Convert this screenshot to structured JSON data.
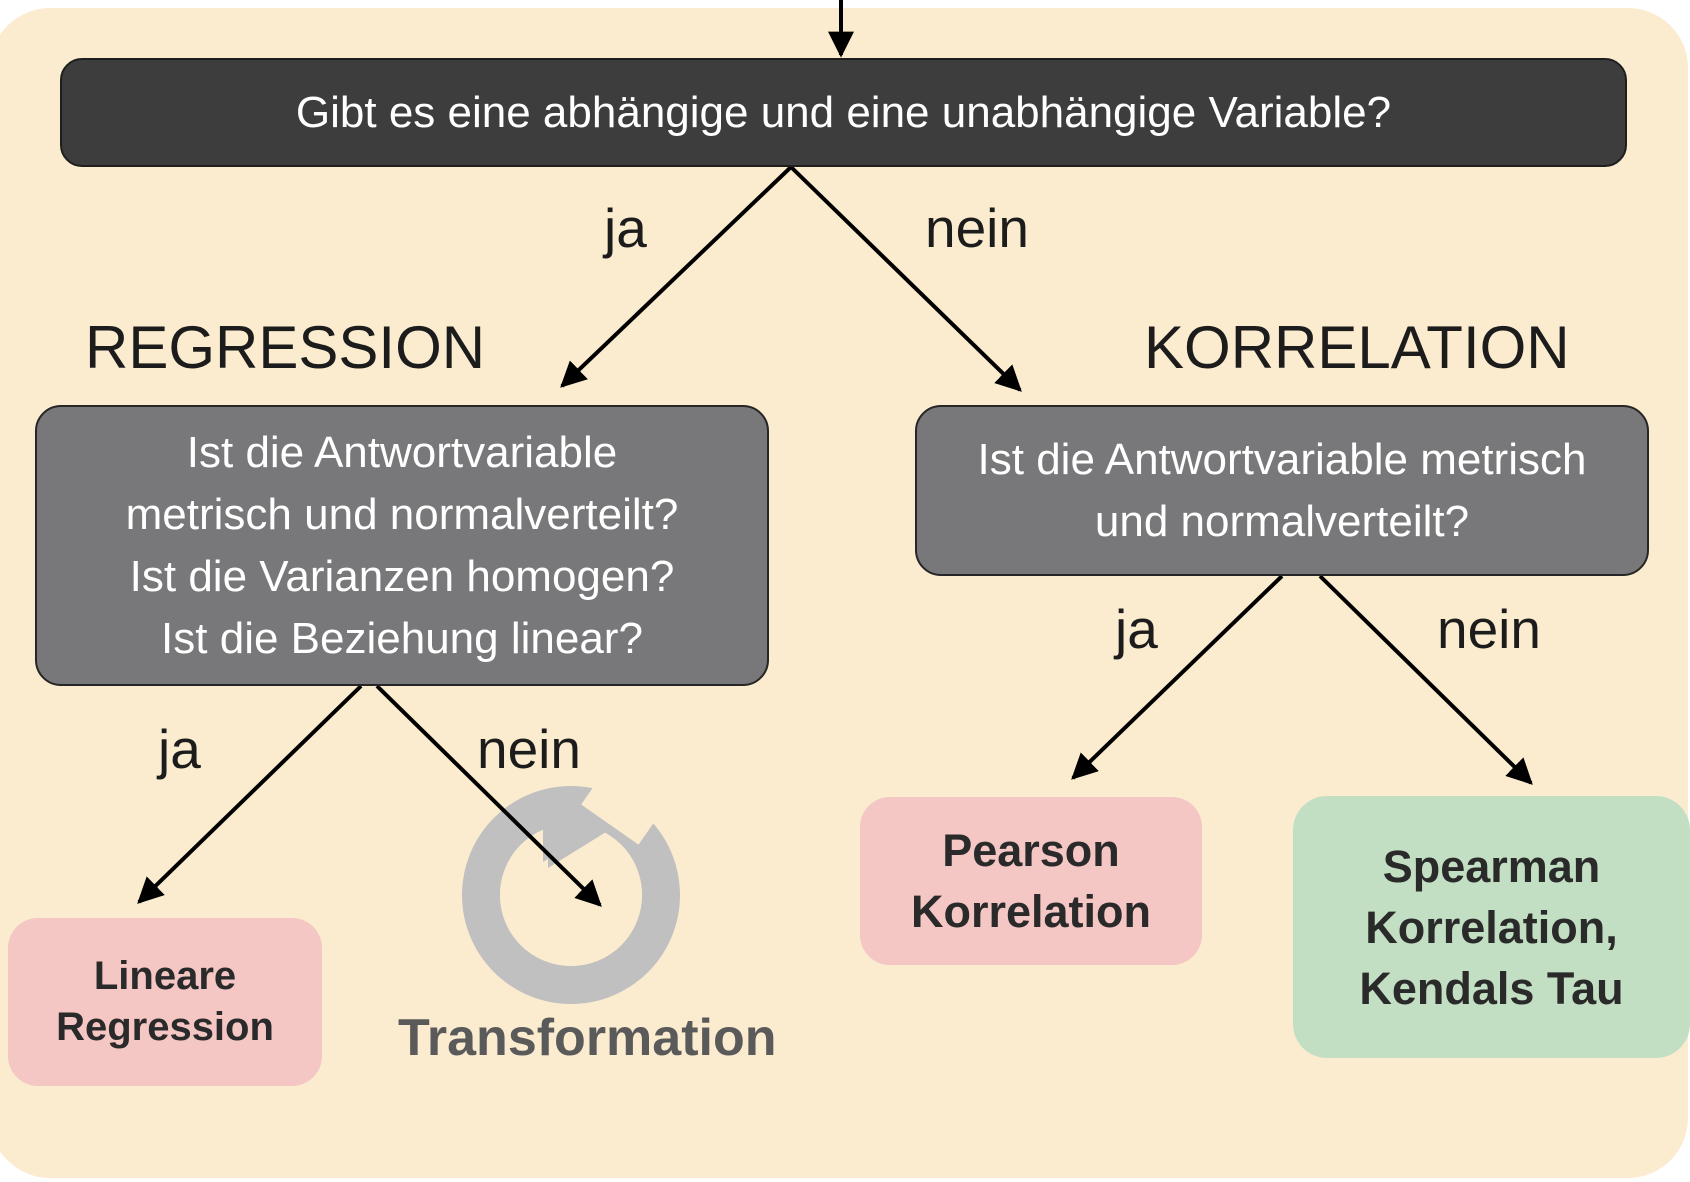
{
  "top_question": "Gibt es eine abhängige und eine unabhängige Variable?",
  "top_branches": {
    "yes": "ja",
    "no": "nein"
  },
  "regression": {
    "heading": "REGRESSION",
    "question_lines": [
      "Ist die Antwortvariable",
      "metrisch und normalverteilt?",
      "Ist die Varianzen homogen?",
      "Ist die Beziehung linear?"
    ],
    "yes": "ja",
    "no": "nein",
    "yes_result_lines": [
      "Lineare",
      "Regression"
    ],
    "no_result": "Transformation",
    "no_result_icon": "cycle-arrow-icon"
  },
  "correlation": {
    "heading": "KORRELATION",
    "question_lines": [
      "Ist die Antwortvariable metrisch",
      "und normalverteilt?"
    ],
    "yes": "ja",
    "no": "nein",
    "yes_result_lines": [
      "Pearson",
      "Korrelation"
    ],
    "no_result_lines": [
      "Spearman",
      "Korrelation,",
      "Kendals Tau"
    ]
  },
  "colors": {
    "background": "#fbecd0",
    "top_box": "#3d3d3d",
    "question_box": "#78787a",
    "pearson_linear": "#f4c6c4",
    "spearman": "#c3dfc3",
    "transformation": "#c0c0c0"
  }
}
